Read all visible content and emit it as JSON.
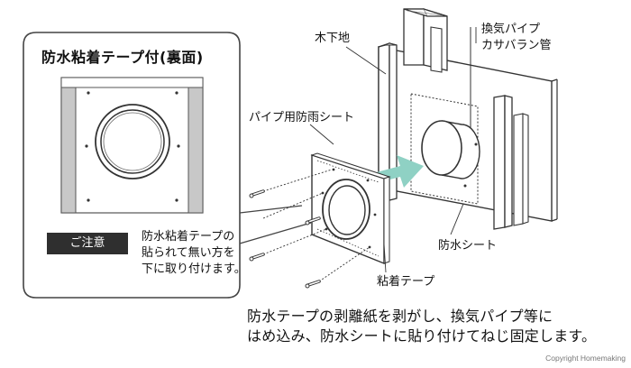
{
  "inset": {
    "title": "防水粘着テープ付(裏面)",
    "caution_badge": "ご注意",
    "caution_lines": [
      "防水粘着テープの",
      "貼られて無い方を",
      "下に取り付けます。"
    ]
  },
  "labels": {
    "wood_base": "木下地",
    "vent_pipe_line1": "換気パイプ",
    "vent_pipe_line2": "カサバラン管",
    "pipe_rain_sheet": "パイプ用防雨シート",
    "waterproof_sheet": "防水シート",
    "adhesive_tape": "粘着テープ"
  },
  "caption_lines": [
    "防水テープの剥離紙を剥がし、換気パイプ等に",
    "はめ込み、防水シートに貼り付けてねじ固定します。"
  ],
  "copyright": "Copyright Homemaking",
  "colors": {
    "arrow": "#8fd1c4",
    "inset_frame": "#444444",
    "panel_gray": "#c8c8c8",
    "badge": "#2f2f2f"
  }
}
